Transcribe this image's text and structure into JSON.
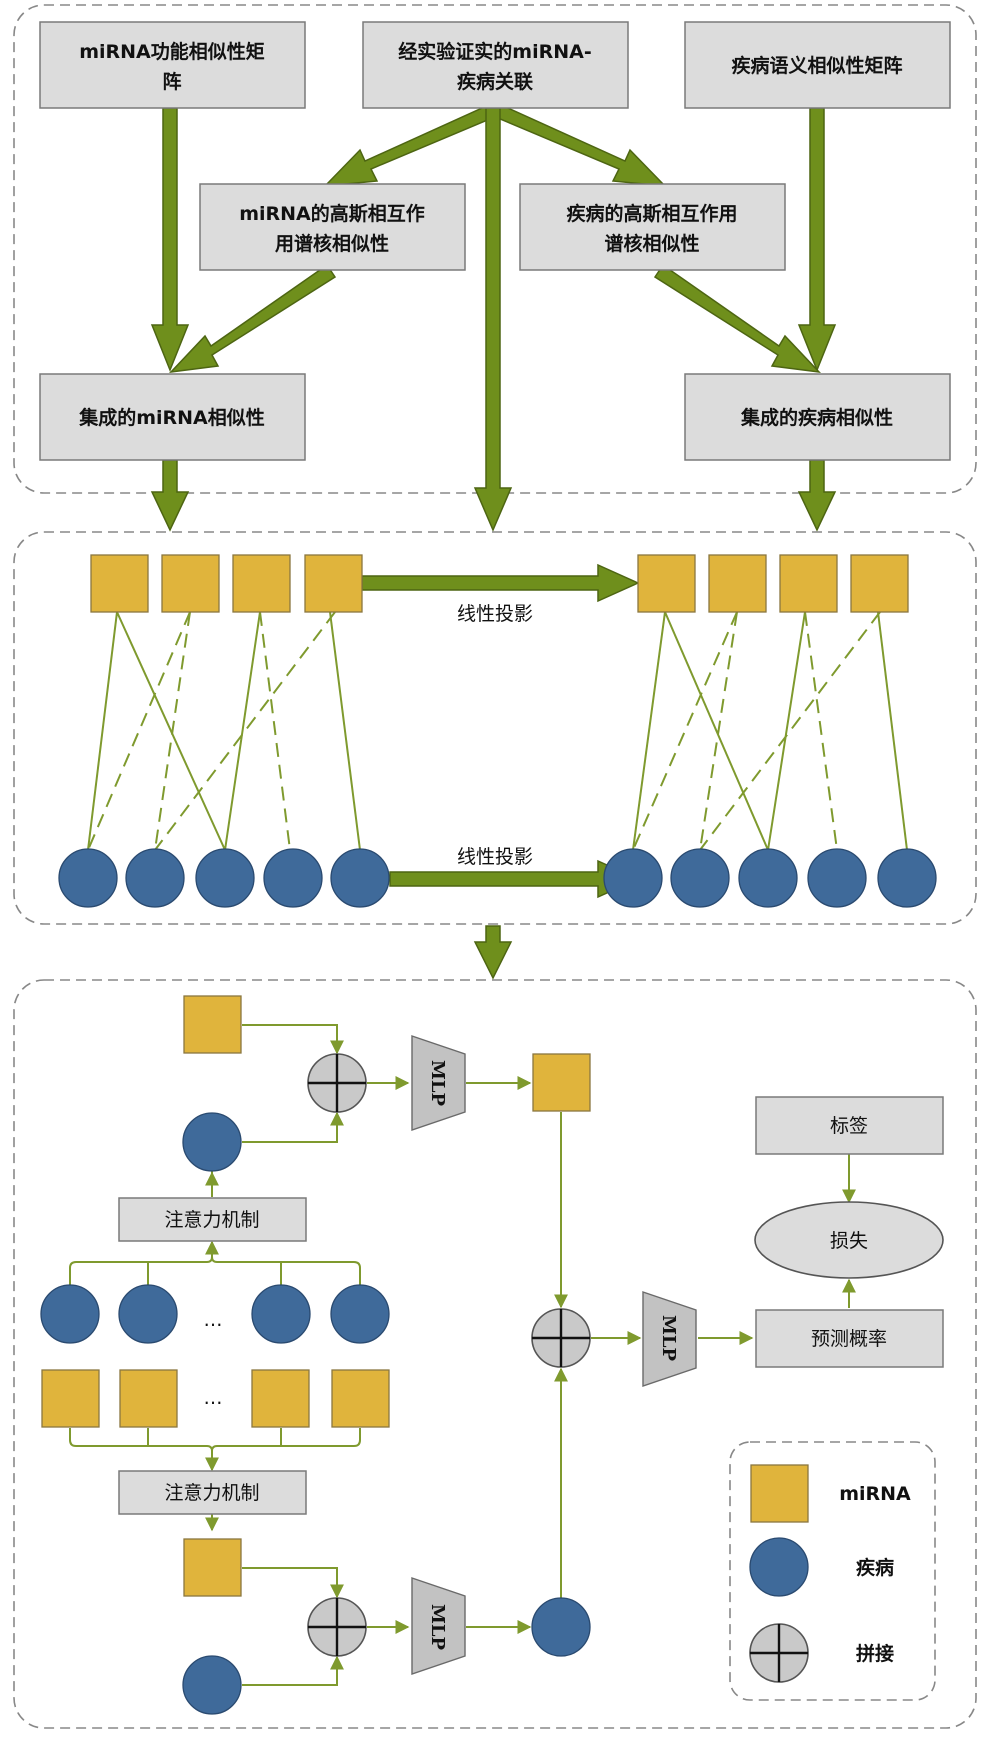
{
  "top": {
    "mirna_func_sim": [
      "miRNA功能相似性矩",
      "阵"
    ],
    "verified_assoc": [
      "经实验证实的miRNA-",
      "疾病关联"
    ],
    "disease_sem_sim": [
      "疾病语义相似性矩阵"
    ],
    "mirna_gip": [
      "miRNA的高斯相互作",
      "用谱核相似性"
    ],
    "disease_gip": [
      "疾病的高斯相互作用",
      "谱核相似性"
    ],
    "integrated_mirna": [
      "集成的miRNA相似性"
    ],
    "integrated_disease": [
      "集成的疾病相似性"
    ]
  },
  "middle": {
    "projection_label_top": "线性投影",
    "projection_label_bottom": "线性投影"
  },
  "bottom": {
    "attention_top": "注意力机制",
    "attention_bottom": "注意力机制",
    "ellipsis_top": "…",
    "ellipsis_bottom": "…",
    "mlp_1": "MLP",
    "mlp_2": "MLP",
    "mlp_3": "MLP",
    "label_box": "标签",
    "loss_ellipse": "损失",
    "pred_prob": "预测概率"
  },
  "legend": {
    "mirna": "miRNA",
    "disease": "疾病",
    "concat": "拼接"
  },
  "colors": {
    "arrow_green": "#6f8f1c",
    "mirna_gold": "#e0b43c",
    "disease_blue": "#3f6a9a",
    "box_gray": "#dcdcdc"
  }
}
